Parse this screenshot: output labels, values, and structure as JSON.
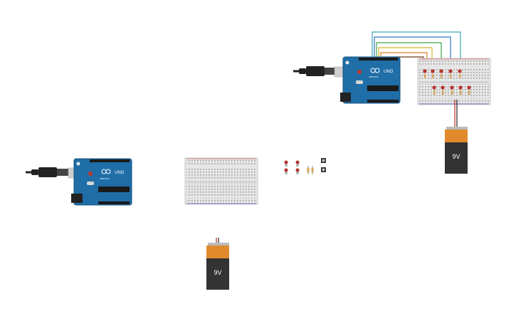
{
  "canvas": {
    "components": {
      "arduino_left": {
        "model": "UNO",
        "brand": "ARDUINO"
      },
      "arduino_top": {
        "model": "UNO",
        "brand": "ARDUINO"
      },
      "battery_right": {
        "label": "9V"
      },
      "battery_bottom": {
        "label": "9V"
      }
    }
  },
  "colors": {
    "board_blue": "#1f6ea8",
    "breadboard": "#e6e6e6",
    "battery_orange": "#e08a2c",
    "battery_dark": "#333333",
    "led_red": "#b8322c",
    "wire_teal": "#3aa6b5",
    "wire_blue": "#2f74c0",
    "wire_green": "#3ea64a",
    "wire_yellow": "#d9b524",
    "wire_orange": "#e07b2c",
    "wire_red": "#c22a20"
  }
}
